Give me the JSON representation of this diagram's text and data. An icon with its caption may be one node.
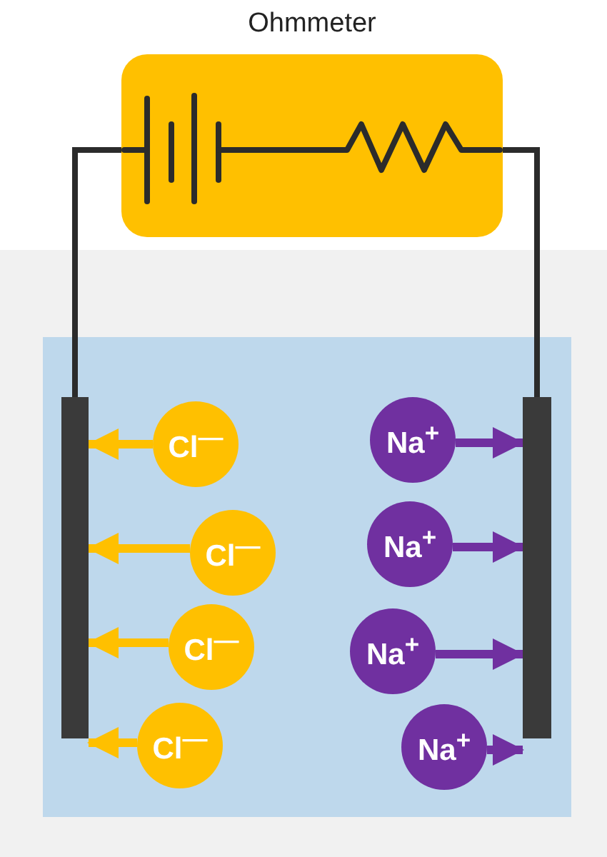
{
  "diagram": {
    "nodes": [
      {
        "text": [
          "Ohmmeter"
        ]
      },
      {
        "text": [],
        "shape": "bar"
      },
      {
        "text": [],
        "shape": "bar"
      },
      {
        "text": [
          "Cl$^{—}$"
        ]
      },
      {
        "text": [
          "Na$^{+}$"
        ]
      },
      {
        "text": [
          "Cl$^{—}$"
        ]
      },
      {
        "text": [
          "Na$^{+}$"
        ]
      },
      {
        "text": [
          "Cl$^{—}$"
        ]
      },
      {
        "text": [
          "Na$^{+}$"
        ]
      },
      {
        "text": [
          "Cl$^{—}$"
        ]
      },
      {
        "text": [
          "Na$^{+}$"
        ]
      }
    ],
    "edges": [
      {
        "from": 0,
        "to": 1,
        "arrow": "none",
        "color": "#2b2b2b"
      },
      {
        "from": 0,
        "to": 2,
        "arrow": "none",
        "color": "#2b2b2b"
      },
      {
        "from": 3,
        "to": 1,
        "arrow": "to",
        "color": "#ffc000"
      },
      {
        "from": 4,
        "to": 2,
        "arrow": "to",
        "color": "#7030a0"
      },
      {
        "from": 5,
        "to": 1,
        "arrow": "to",
        "color": "#ffc000"
      },
      {
        "from": 6,
        "to": 2,
        "arrow": "to",
        "color": "#7030a0"
      },
      {
        "from": 7,
        "to": 1,
        "arrow": "to",
        "color": "#ffc000"
      },
      {
        "from": 8,
        "to": 2,
        "arrow": "to",
        "color": "#7030a0"
      },
      {
        "from": 9,
        "to": 1,
        "arrow": "to",
        "color": "#ffc000"
      },
      {
        "from": 10,
        "to": 2,
        "arrow": "to",
        "color": "#7030a0"
      }
    ]
  }
}
